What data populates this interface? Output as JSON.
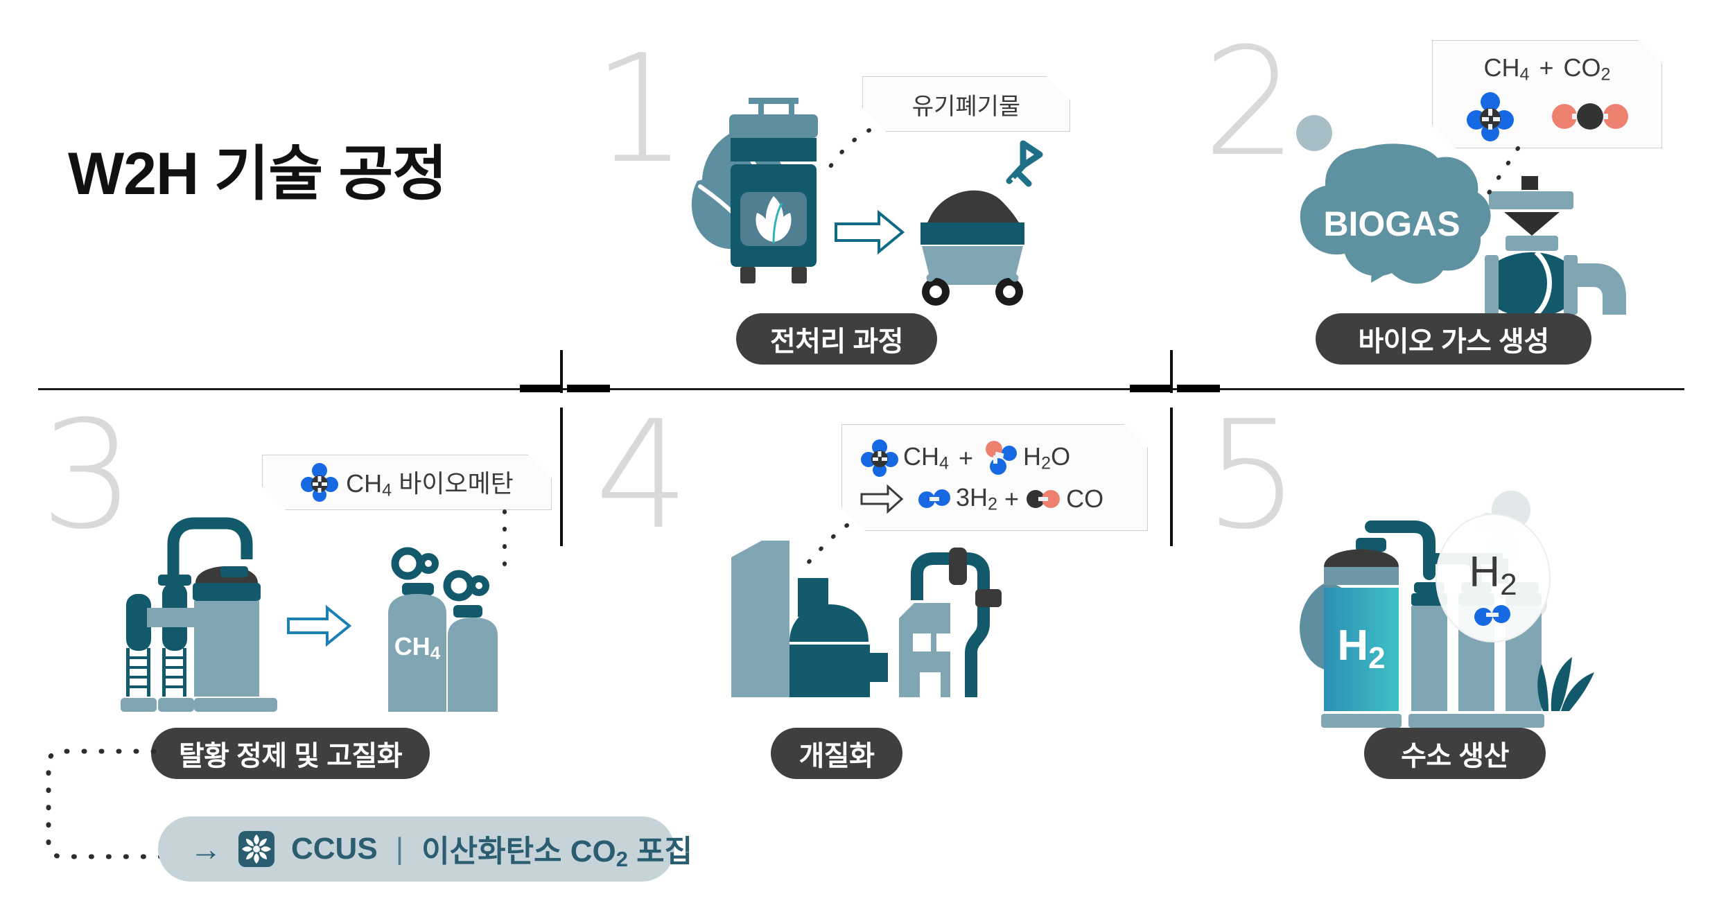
{
  "title": "W2H 기술 공정",
  "palette": {
    "teal_dark": "#125a6b",
    "teal_mid": "#5d8fa0",
    "teal_light": "#7fa6b2",
    "charcoal": "#3f3f3f",
    "numeral_gray": "#d9d9d9",
    "blue_atom": "#1668e3",
    "salmon_atom": "#ee8070",
    "dark_atom": "#333333",
    "ccus_bg": "#c6d4da",
    "ccus_text": "#2b5d70",
    "h2_gradient_from": "#2c8fb5",
    "h2_gradient_to": "#3fc0c4"
  },
  "steps": [
    {
      "number": "1",
      "label": "전처리 과정",
      "callout": "유기폐기물",
      "icon_name": "waste-bin-and-cart-icon"
    },
    {
      "number": "2",
      "label": "바이오 가스 생성",
      "callout": "CH4 + CO2",
      "callout_parts": {
        "a_formula": "CH",
        "a_sub": "4",
        "plus": "+",
        "b_formula": "CO",
        "b_sub": "2"
      },
      "cloud_text": "BIOGAS",
      "icon_name": "biogas-cloud-and-valve-icon"
    },
    {
      "number": "3",
      "label": "탈황 정제 및 고질화",
      "callout": "CH4 바이오메탄",
      "callout_parts": {
        "formula": "CH",
        "sub": "4",
        "word": "바이오메탄"
      },
      "cylinder_text": "CH4",
      "cylinder_parts": {
        "base": "CH",
        "sub": "4"
      },
      "icon_name": "desulfurization-plant-and-cylinders-icon"
    },
    {
      "number": "4",
      "label": "개질화",
      "callout_line1": "CH4 + H2O",
      "callout_line2": "3H2 + CO",
      "callout_parts": {
        "ch4": "CH",
        "ch4_sub": "4",
        "plus": "+",
        "h2o": "H",
        "h2o_sub": "2",
        "h2o_tail": "O",
        "arrow": "⇒",
        "h2": "3H",
        "h2_sub": "2",
        "plus2": "+",
        "co": "CO"
      },
      "icon_name": "reforming-plant-icon"
    },
    {
      "number": "5",
      "label": "수소 생산",
      "tank_text": "H2",
      "tank_parts": {
        "base": "H",
        "sub": "2"
      },
      "bubble_text": "H2",
      "bubble_parts": {
        "base": "H",
        "sub": "2"
      },
      "icon_name": "hydrogen-tank-and-cylinders-icon"
    }
  ],
  "ccus": {
    "arrow": "→",
    "icon_name": "fan-icon",
    "acronym": "CCUS",
    "separator": "|",
    "description": "이산화탄소 CO2 포집",
    "description_parts": {
      "lead": "이산화탄소 CO",
      "sub": "2",
      "tail": "포집"
    }
  }
}
